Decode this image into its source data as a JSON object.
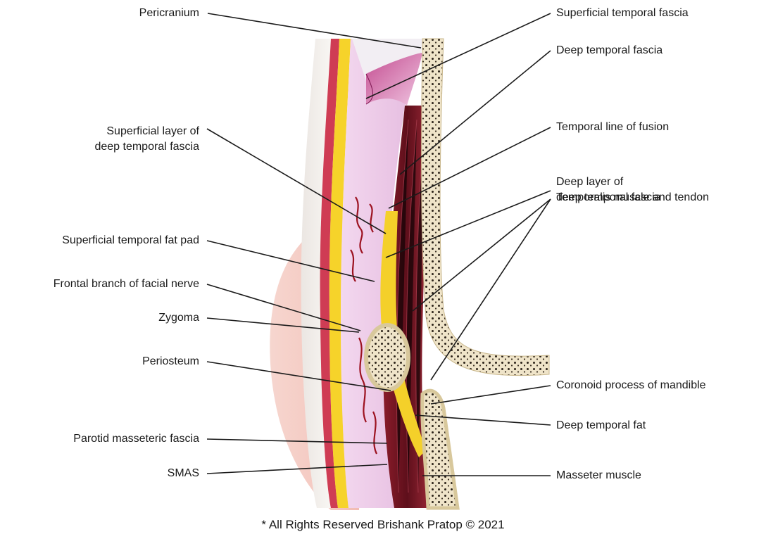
{
  "labels": {
    "pericranium": "Pericranium",
    "superficial_layer_dtf": [
      "Superficial layer of",
      "deep temporal fascia"
    ],
    "superficial_temporal_fat_pad": "Superficial temporal fat pad",
    "frontal_branch_facial_nerve": "Frontal branch of facial nerve",
    "zygoma": "Zygoma",
    "periosteum": "Periosteum",
    "parotid_masseteric_fascia": "Parotid masseteric fascia",
    "smas": "SMAS",
    "superficial_temporal_fascia": "Superficial temporal fascia",
    "deep_temporal_fascia": "Deep temporal fascia",
    "temporal_line_of_fusion": "Temporal line of fusion",
    "deep_layer_dtf": [
      "Deep layer of",
      "deep temporal fascia"
    ],
    "temporalis_muscle_tendon": "Temporalis muscle and tendon",
    "coronoid_process": "Coronoid process of mandible",
    "deep_temporal_fat": "Deep temporal fat",
    "masseter_muscle": "Masseter muscle"
  },
  "credit": "* All Rights Reserved Brishank Pratop © 2021"
}
